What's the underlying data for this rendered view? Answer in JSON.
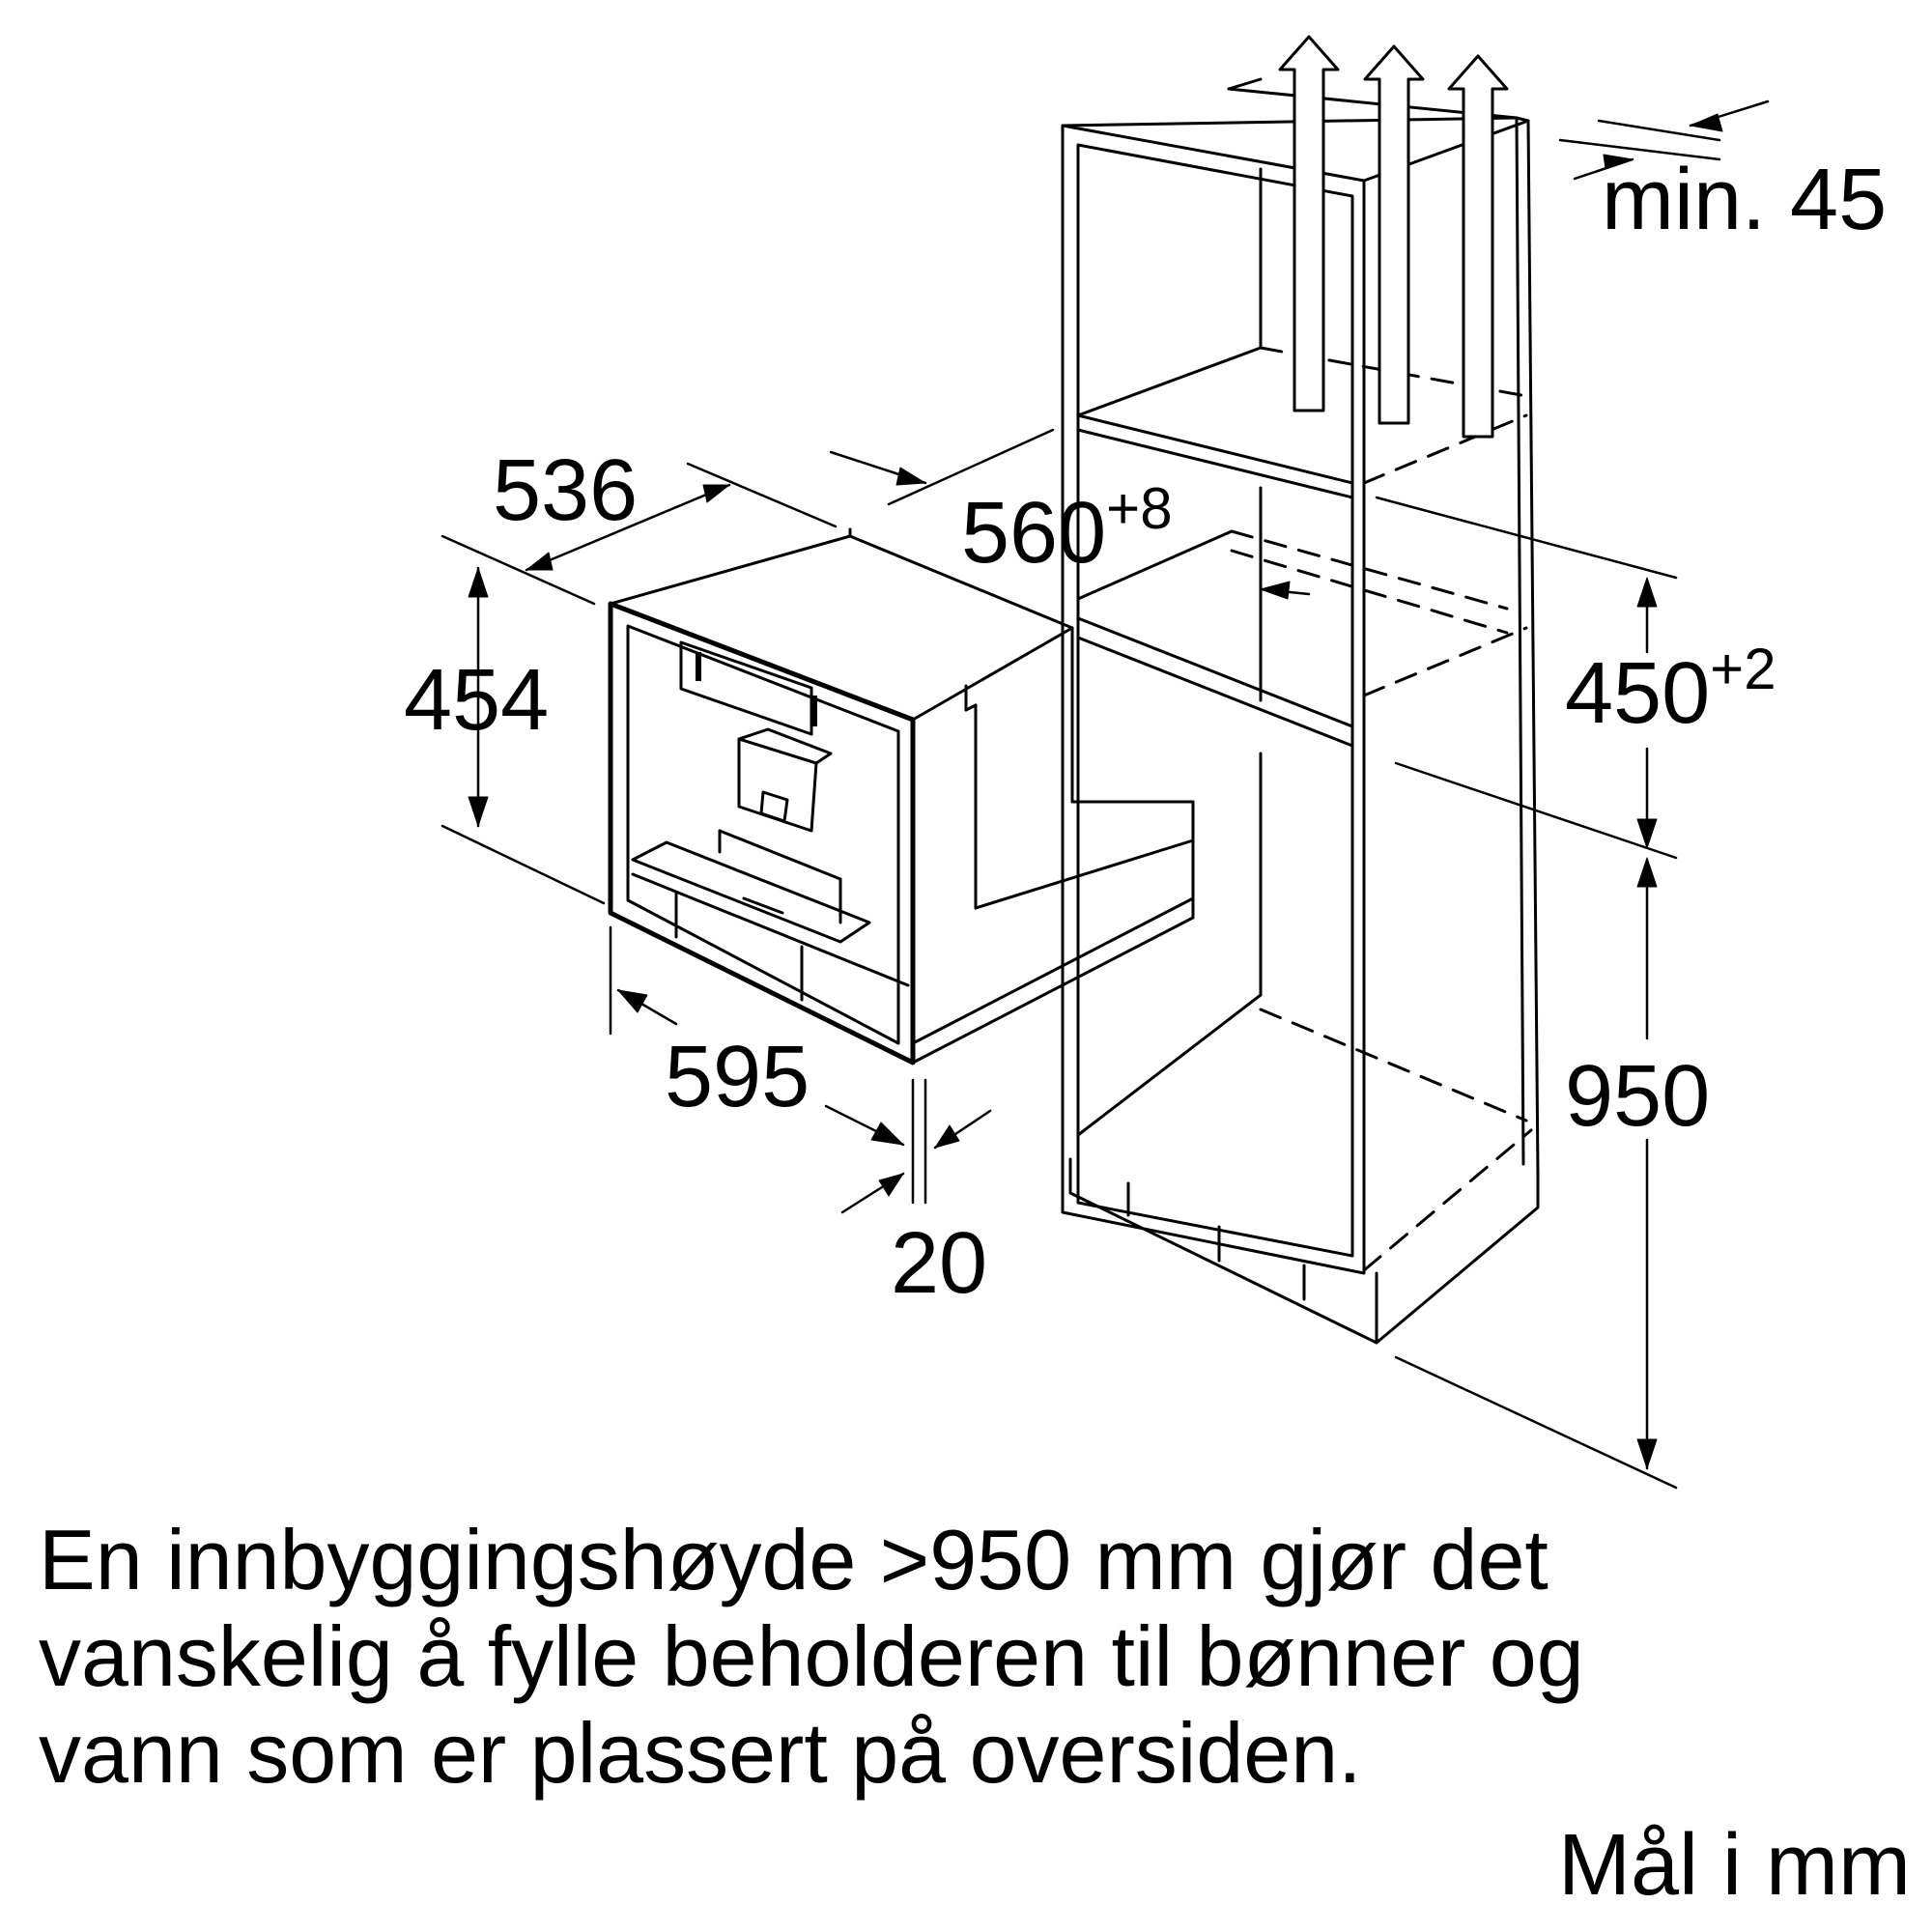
{
  "dimensions": {
    "niche_depth": "536",
    "niche_height": "454",
    "width": "595",
    "front_offset": "20",
    "cabinet_width": "560",
    "cabinet_width_tolerance": "+8",
    "opening_height": "450",
    "opening_height_tolerance": "+2",
    "install_height": "950",
    "ventilation_gap": "min. 45"
  },
  "caption": {
    "line1": "En innbyggingshøyde >950 mm gjør det",
    "line2": "vanskelig å fylle beholderen til bønner og",
    "line3": "vann som er plassert på oversiden."
  },
  "units_note": "Mål i mm"
}
